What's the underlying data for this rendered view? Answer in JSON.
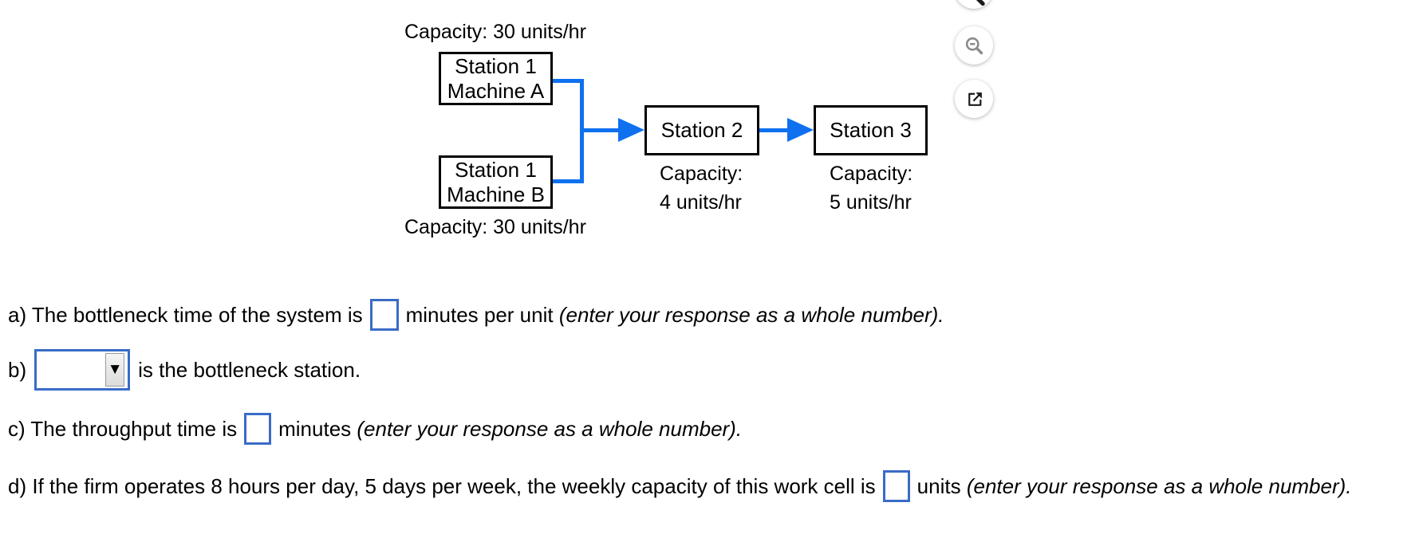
{
  "colors": {
    "arrow_blue": "#0f70f0",
    "answer_border_blue": "#3a6bc8",
    "text": "#000000",
    "icon_gray": "#8a8a8a",
    "icon_black": "#1a1a1a"
  },
  "toolbar": {
    "icons": [
      {
        "name": "zoom-in-icon",
        "note": "partially clipped at top edge"
      },
      {
        "name": "zoom-out-icon"
      },
      {
        "name": "open-in-new-icon"
      }
    ]
  },
  "diagram": {
    "capacity_top": "Capacity: 30 units/hr",
    "capacity_bottom": "Capacity: 30 units/hr",
    "station1a": {
      "line1": "Station 1",
      "line2": "Machine A"
    },
    "station1b": {
      "line1": "Station 1",
      "line2": "Machine B"
    },
    "station2": {
      "label": "Station 2",
      "cap_line1": "Capacity:",
      "cap_line2": "4 units/hr"
    },
    "station3": {
      "label": "Station 3",
      "cap_line1": "Capacity:",
      "cap_line2": "5 units/hr"
    }
  },
  "questions": {
    "a": {
      "prefix": "a) The bottleneck time of the system is",
      "value": "",
      "suffix": "minutes per unit ",
      "hint": "(enter your response as a whole number)."
    },
    "b": {
      "prefix": "b)",
      "select_value": "",
      "dropdown_icon": "▼",
      "suffix": "is the bottleneck station."
    },
    "c": {
      "prefix": "c) The throughput time is",
      "value": "",
      "suffix": "minutes ",
      "hint": "(enter your response as a whole number)."
    },
    "d": {
      "prefix": "d) If the firm operates 8 hours per day, 5 days per week, the weekly capacity of this work cell is",
      "value": "",
      "suffix": "units ",
      "hint": "(enter your response as a whole number)."
    }
  }
}
